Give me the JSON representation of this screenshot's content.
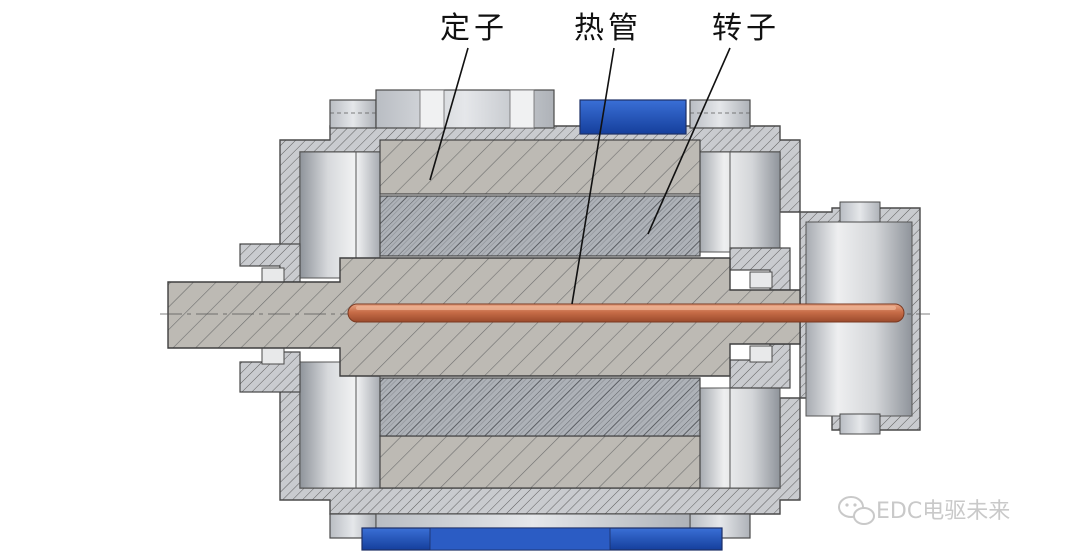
{
  "labels": {
    "stator": "定子",
    "heat_pipe": "热管",
    "rotor": "转子"
  },
  "watermark": {
    "text": "EDC电驱未来",
    "icon": "wechat-icon"
  },
  "colors": {
    "housing": "#c7c9ce",
    "hatch_fill": "#b9b6b0",
    "hatch_line": "#6e6e6e",
    "lamination": "#b0b4ba",
    "heat_pipe": "#c6704d",
    "heat_pipe_highlight": "#e7a07e",
    "blue_part": "#1f4fb8",
    "outline": "#4a4a4a"
  }
}
